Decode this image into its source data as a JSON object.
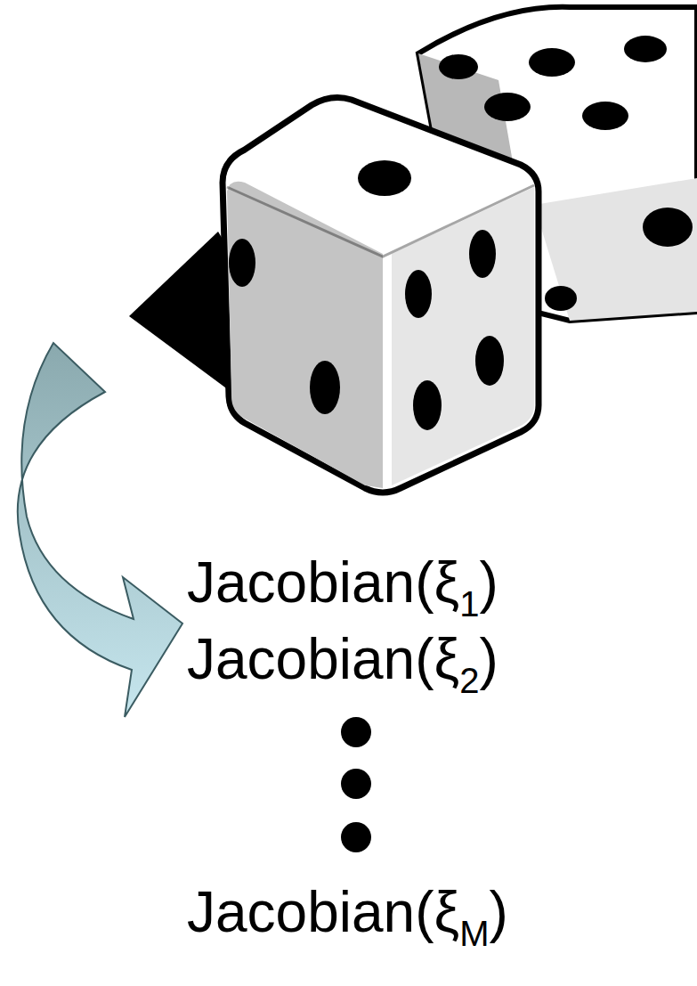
{
  "diagram": {
    "labels": [
      "Jacobian(ξ",
      "1",
      ")",
      "Jacobian(ξ",
      "2",
      ")",
      "Jacobian(ξ",
      "M",
      ")"
    ]
  }
}
